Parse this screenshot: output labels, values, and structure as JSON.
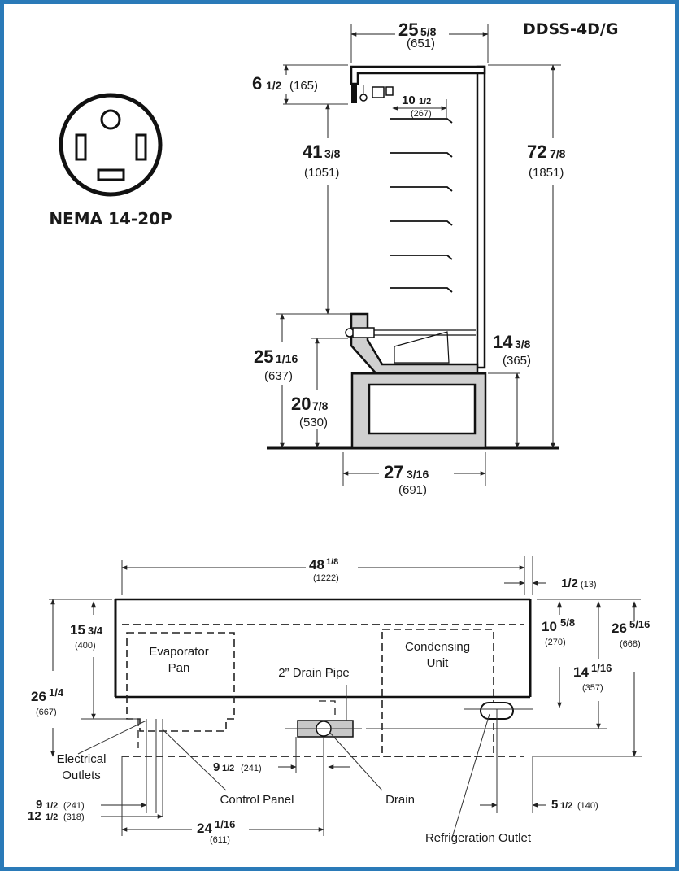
{
  "border_color": "#2a7ab8",
  "model": "DDSS-4D/G",
  "plug": {
    "name": "NEMA 14-20P",
    "icon": "nema-14-20p-plug-icon"
  },
  "side_view": {
    "width_top": {
      "whole": "25",
      "frac": "5/8",
      "mm": "(651)"
    },
    "canopy": {
      "whole": "6",
      "frac": "1/2",
      "mm": "(165)"
    },
    "shelf_depth": {
      "whole": "10",
      "frac": "1/2",
      "mm": "(267)"
    },
    "shelf_span": {
      "whole": "41",
      "frac": "3/8",
      "mm": "(1051)"
    },
    "height": {
      "whole": "72",
      "frac": "7/8",
      "mm": "(1851)"
    },
    "deck": {
      "whole": "25",
      "frac": "1/16",
      "mm": "(637)"
    },
    "base_height": {
      "whole": "14",
      "frac": "3/8",
      "mm": "(365)"
    },
    "front": {
      "whole": "20",
      "frac": "7/8",
      "mm": "(530)"
    },
    "base_width": {
      "whole": "27",
      "frac": "3/16",
      "mm": "(691)"
    }
  },
  "plan_view": {
    "width": {
      "whole": "48",
      "frac": "1/8",
      "mm": "(1222)"
    },
    "half": {
      "whole": "",
      "frac": "1/2",
      "mm": "(13)"
    },
    "evap_y": {
      "whole": "15",
      "frac": "3/4",
      "mm": "(400)"
    },
    "depth_left": {
      "whole": "26",
      "frac": "1/4",
      "mm": "(667)"
    },
    "cond_y": {
      "whole": "10",
      "frac": "5/8",
      "mm": "(270)"
    },
    "refrig_y": {
      "whole": "14",
      "frac": "1/16",
      "mm": "(357)"
    },
    "depth_right": {
      "whole": "26",
      "frac": "5/16",
      "mm": "(668)"
    },
    "drain_off": {
      "whole": "9",
      "frac": "1/2",
      "mm": "(241)"
    },
    "elec_a": {
      "whole": "9",
      "frac": "1/2",
      "mm": "(241)"
    },
    "elec_b": {
      "whole": "12",
      "frac": "1/2",
      "mm": "(318)"
    },
    "drain_x": {
      "whole": "24",
      "frac": "1/16",
      "mm": "(611)"
    },
    "refrig_x": {
      "whole": "5",
      "frac": "1/2",
      "mm": "(140)"
    },
    "labels": {
      "evap1": "Evaporator",
      "evap2": "Pan",
      "cond1": "Condensing",
      "cond2": "Unit",
      "drain_pipe": "2” Drain Pipe",
      "elec1": "Electrical",
      "elec2": "Outlets",
      "control": "Control Panel",
      "drain": "Drain",
      "refrig": "Refrigeration Outlet"
    }
  }
}
